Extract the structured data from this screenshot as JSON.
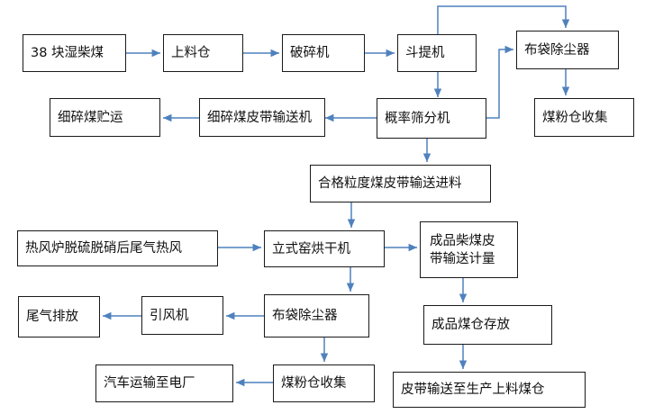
{
  "colors": {
    "arrow": "#4f81bd",
    "border": "#1a1a1a",
    "text": "#111111"
  },
  "nodes": {
    "raw_coal": "38 块湿柴煤",
    "feed_bin": "上料仓",
    "crusher": "破碎机",
    "bucket_elevator": "斗提机",
    "bag_filter_top": "布袋除尘器",
    "fine_coal_storage": "细碎煤贮运",
    "fine_coal_conveyor": "细碎煤皮带输送机",
    "prob_screen": "概率筛分机",
    "coal_powder_bin_top": "煤粉仓收集",
    "qualified_conveyor": "合格粒度煤皮带输送进料",
    "hot_air": "热风炉脱硫脱硝后尾气热风",
    "vertical_kiln": "立式窑烘干机",
    "product_conveyor_line1": "成品柴煤皮",
    "product_conveyor_line2": "带输送计量",
    "exhaust": "尾气排放",
    "induced_fan": "引风机",
    "bag_filter_bottom": "布袋除尘器",
    "product_bin": "成品煤仓存放",
    "truck_transport": "汽车运输至电厂",
    "coal_powder_bin_bottom": "煤粉仓收集",
    "belt_to_production": "皮带输送至生产上料煤仓"
  }
}
